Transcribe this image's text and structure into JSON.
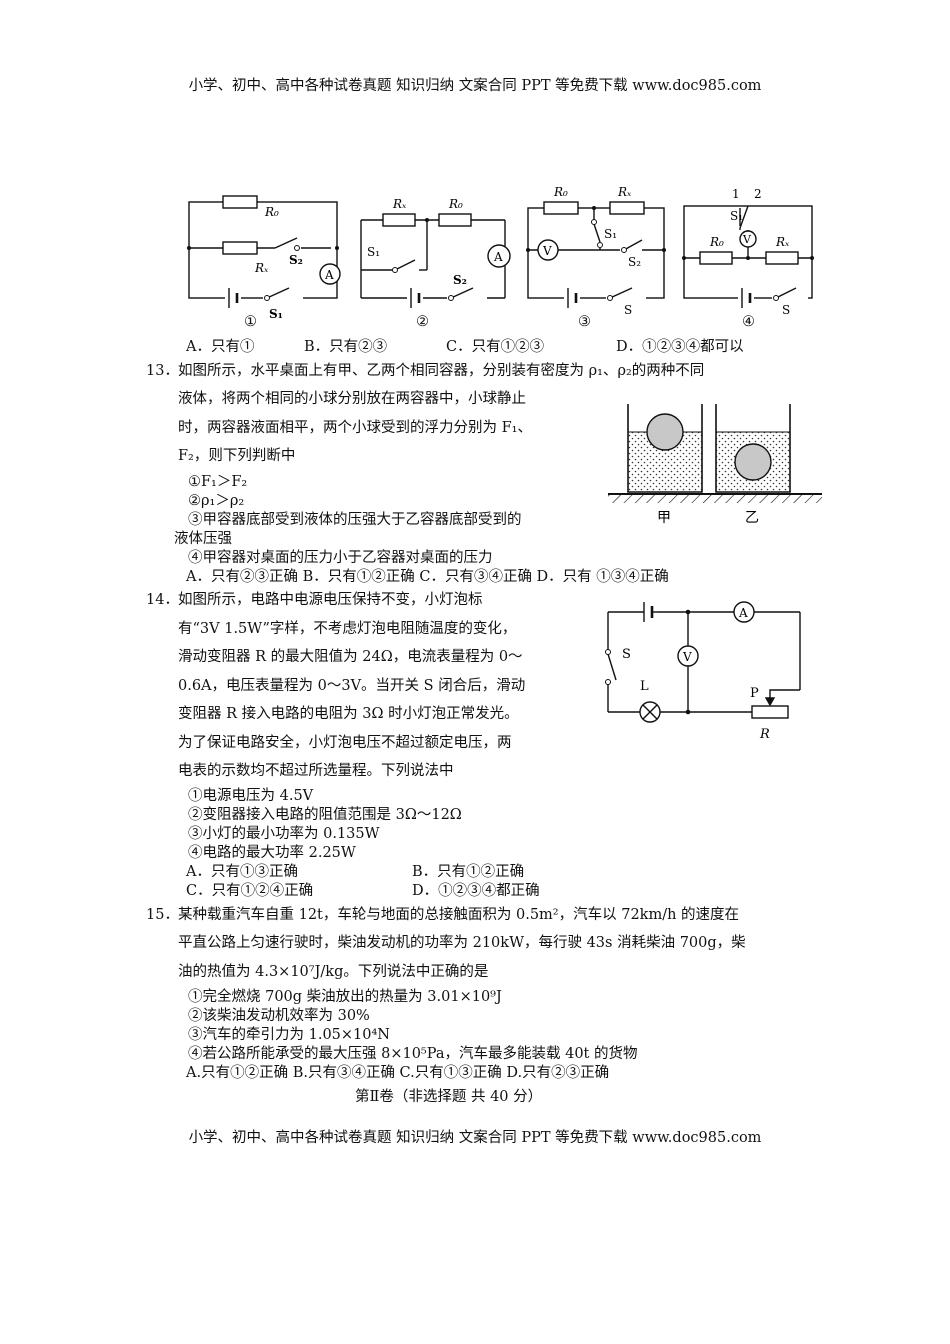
{
  "header": "小学、初中、高中各种试卷真题 知识归纳 文案合同 PPT 等免费下载   www.doc985.com",
  "footer": "小学、初中、高中各种试卷真题 知识归纳 文案合同 PPT 等免费下载   www.doc985.com",
  "q12": {
    "circuit_labels": [
      "①",
      "②",
      "③",
      "④"
    ],
    "options": [
      "A．只有①",
      "B．只有②③",
      "C．只有①②③",
      "D．①②③④都可以"
    ]
  },
  "q13": {
    "number": "13．",
    "lines": [
      "如图所示，水平桌面上有甲、乙两个相同容器，分别装有密度为 ρ₁、ρ₂的两种不同",
      "液体，将两个相同的小球分别放在两容器中，小球静止",
      "时，两容器液面相平，两个小球受到的浮力分别为 F₁、",
      "F₂，则下列判断中"
    ],
    "statements": [
      "①F₁＞F₂",
      "②ρ₁＞ρ₂",
      "③甲容器底部受到液体的压强大于乙容器底部受到的",
      "液体压强",
      "④甲容器对桌面的压力小于乙容器对桌面的压力"
    ],
    "options": "A．只有②③正确 B．只有①②正确  C．只有③④正确 D．只有 ①③④正确",
    "fig_labels": [
      "甲",
      "乙"
    ]
  },
  "q14": {
    "number": "14．",
    "lines": [
      "如图所示，电路中电源电压保持不变，小灯泡标",
      "有“3V 1.5W”字样，不考虑灯泡电阻随温度的变化，",
      "滑动变阻器 R 的最大阻值为 24Ω，电流表量程为 0～",
      "0.6A，电压表量程为 0～3V。当开关 S 闭合后，滑动",
      "变阻器 R 接入电路的电阻为 3Ω 时小灯泡正常发光。",
      "为了保证电路安全，小灯泡电压不超过额定电压，两",
      "电表的示数均不超过所选量程。下列说法中"
    ],
    "statements": [
      "①电源电压为 4.5V",
      "②变阻器接入电路的阻值范围是 3Ω～12Ω",
      "③小灯的最小功率为 0.135W",
      "④电路的最大功率 2.25W"
    ],
    "options": [
      "A．只有①③正确",
      "B．只有①②正确",
      "C．只有①②④正确",
      "D．①②③④都正确"
    ],
    "fig_labels": {
      "A": "A",
      "V": "V",
      "S": "S",
      "L": "L",
      "P": "P",
      "R": "R"
    }
  },
  "q15": {
    "number": "15．",
    "lines": [
      "某种载重汽车自重 12t，车轮与地面的总接触面积为 0.5m²，汽车以 72km/h 的速度在",
      "平直公路上匀速行驶时，柴油发动机的功率为 210kW，每行驶 43s 消耗柴油 700g，柴",
      "油的热值为 4.3×10⁷J/kg。下列说法中正确的是"
    ],
    "statements": [
      "①完全燃烧 700g 柴油放出的热量为 3.01×10⁹J",
      "②该柴油发动机效率为 30%",
      "③汽车的牵引力为 1.05×10⁴N",
      "④若公路所能承受的最大压强 8×10⁵Pa，汽车最多能装载 40t 的货物"
    ],
    "options": "A.只有①②正确       B.只有③④正确    C.只有①③正确  D.只有②③正确"
  },
  "section2": "第Ⅱ卷（非选择题       共 40 分）",
  "circuit_symbols": {
    "R0": "R₀",
    "Rx": "Rₓ",
    "S": "S",
    "S1": "S₁",
    "S2": "S₂",
    "A": "A",
    "V": "V",
    "pos1": "1",
    "pos2": "2"
  }
}
